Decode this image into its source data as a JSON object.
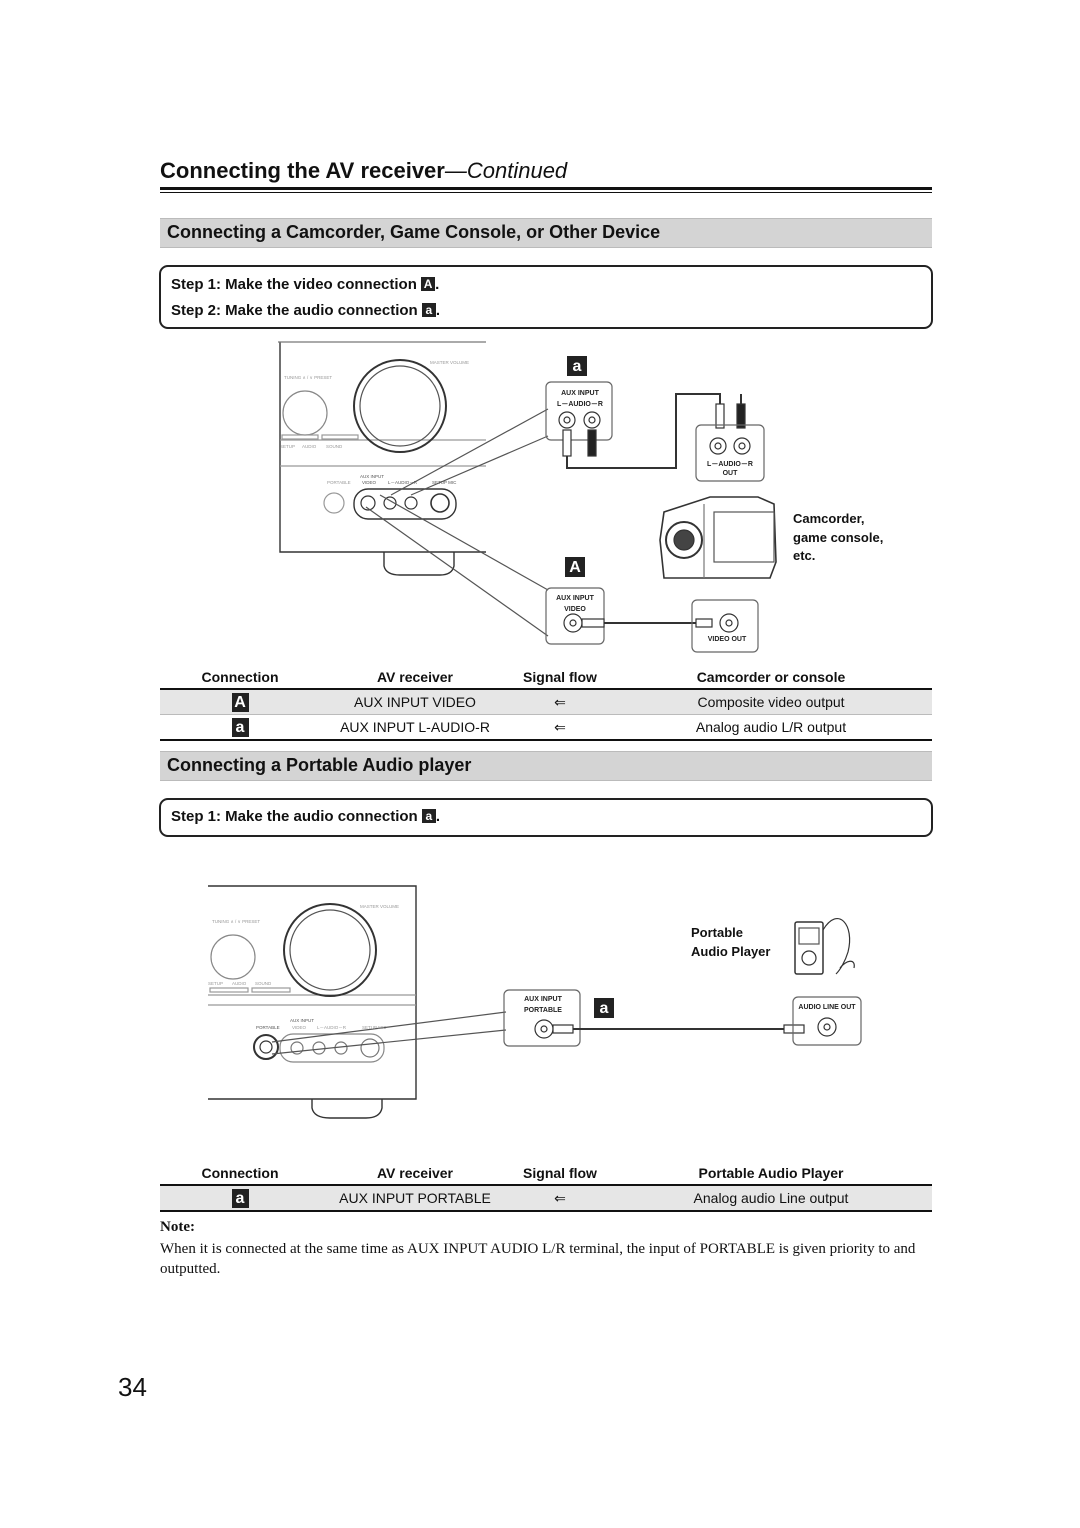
{
  "header": {
    "title": "Connecting the AV receiver",
    "continued": "—Continued"
  },
  "sections": [
    {
      "title": "Connecting a Camcorder, Game Console, or Other Device",
      "steps": [
        {
          "text": "Step 1: Make the video connection",
          "badge": "A"
        },
        {
          "text": "Step 2: Make the audio connection",
          "badge": "a"
        }
      ],
      "diagram": {
        "badge_audio": "a",
        "badge_video": "A",
        "aux_input": "AUX INPUT",
        "audio_lr": "L－AUDIO－R",
        "video": "VIDEO",
        "device_audio_lr": "L－AUDIO－R",
        "device_out": "OUT",
        "video_out": "VIDEO OUT",
        "device_label": [
          "Camcorder,",
          "game console,",
          "etc."
        ],
        "receiver": {
          "master_volume": "MASTER VOLUME",
          "tuning": "TUNING ∧ / ∨ PRESET",
          "setup": "SETUP",
          "audio": "AUDIO",
          "sound": "SOUND",
          "aux_input": "AUX INPUT",
          "portable": "PORTABLE",
          "video": "VIDEO",
          "audio_lr": "L－AUDIO－R",
          "setup_mic": "SETUP MIC"
        }
      },
      "table": {
        "headers": [
          "Connection",
          "AV receiver",
          "Signal flow",
          "Camcorder or console"
        ],
        "rows": [
          {
            "badge": "A",
            "receiver": "AUX INPUT VIDEO",
            "flow": "⇐",
            "device": "Composite video output"
          },
          {
            "badge": "a",
            "receiver": "AUX INPUT L-AUDIO-R",
            "flow": "⇐",
            "device": "Analog audio L/R output"
          }
        ]
      }
    },
    {
      "title": "Connecting a Portable Audio player",
      "steps": [
        {
          "text": "Step 1: Make the audio connection",
          "badge": "a"
        }
      ],
      "diagram": {
        "badge_audio": "a",
        "aux_input": "AUX INPUT",
        "portable": "PORTABLE",
        "audio_line_out": "AUDIO LINE OUT",
        "device_label": [
          "Portable",
          "Audio Player"
        ],
        "receiver": {
          "master_volume": "MASTER VOLUME",
          "tuning": "TUNING ∧ / ∨ PRESET",
          "setup": "SETUP",
          "audio": "AUDIO",
          "sound": "SOUND",
          "aux_input": "AUX INPUT",
          "portable": "PORTABLE",
          "video": "VIDEO",
          "audio_lr": "L－AUDIO－R",
          "setup_mic": "SETUP MIC"
        }
      },
      "table": {
        "headers": [
          "Connection",
          "AV receiver",
          "Signal flow",
          "Portable Audio Player"
        ],
        "rows": [
          {
            "badge": "a",
            "receiver": "AUX INPUT PORTABLE",
            "flow": "⇐",
            "device": "Analog audio Line output"
          }
        ]
      }
    }
  ],
  "note": {
    "title": "Note:",
    "text": "When it is connected at the same time as AUX INPUT AUDIO L/R terminal, the input of PORTABLE is given priority to and outputted."
  },
  "page_number": "34"
}
